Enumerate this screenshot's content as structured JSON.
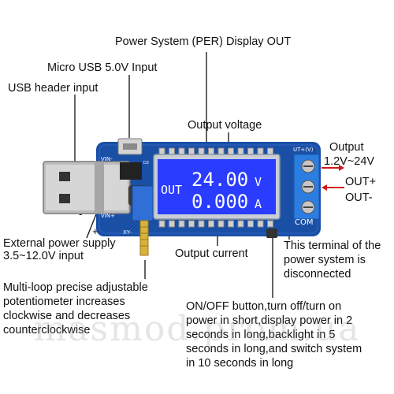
{
  "labels": {
    "per_display_out": "Power System (PER) Display OUT",
    "micro_usb_input": "Micro USB 5.0V Input",
    "usb_header_input": "USB header input",
    "output_voltage": "Output voltage",
    "output": "Output",
    "output_range": "1.2V~24V",
    "out_plus": "OUT+",
    "out_minus": "OUT-",
    "external_power_supply": "External power supply",
    "external_range": "3.5~12.0V input",
    "output_current": "Output current",
    "terminal_note": "This terminal of the\npower system is\ndisconnected",
    "potentiometer_note": "Multi-loop precise adjustable\npotentiometer increases\nclockwise and decreases\ncounterclockwise",
    "button_note": "ON/OFF button,turn off/turn on\npower in short,display power in 2\nseconds in long,backlight in 5\nseconds in long,and switch system\nin 10 seconds in long"
  },
  "board": {
    "lcd_out": "OUT",
    "lcd_voltage": "24.00",
    "lcd_voltage_unit": "V",
    "lcd_current": "0.000",
    "lcd_current_unit": "A",
    "silk_vin_minus": "VIN-",
    "silk_vin_plus": "VIN+",
    "silk_out_plus": "UT+(V)",
    "silk_com": "COM",
    "silk_model": "XY-",
    "silk_minus": "-",
    "silk_plus": "+",
    "silk_d2": "D2"
  },
  "watermark": "masmod.prom.ua",
  "colors": {
    "pcb": "#1a4fa6",
    "lcd": "#2a3cff",
    "terminal": "#2c7de0",
    "usb_metal": "#b8b8b8",
    "arrow": "#d01818",
    "pot": "#2f6fd6"
  }
}
